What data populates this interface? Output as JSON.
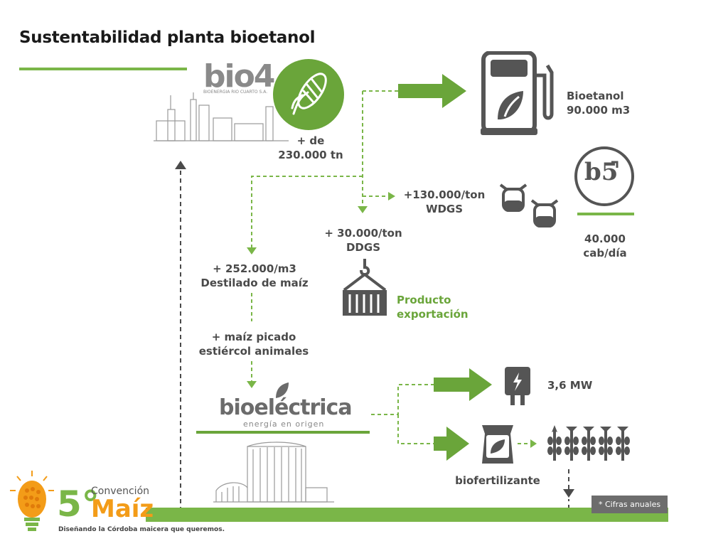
{
  "title": "Sustentabilidad planta bioetanol",
  "colors": {
    "green": "#7ab648",
    "dark_green": "#5e9a2f",
    "gray": "#5a5a5a",
    "orange": "#f39c18"
  },
  "logos": {
    "bio4": "bio4",
    "bio4_sub": "BIOENERGIA RIO CUARTO S.A.",
    "bioelectrica": "bioeléctrica",
    "bioelectrica_sub": "energía en origen"
  },
  "flows": {
    "input_corn_line1": "+ de",
    "input_corn_line2": "230.000 tn",
    "bioetanol_line1": "Bioetanol",
    "bioetanol_line2": "90.000 m3",
    "wdgs_line1": "+130.000/ton",
    "wdgs_line2": "WDGS",
    "cattle_line1": "40.000",
    "cattle_line2": "cab/día",
    "b5": "b5",
    "ddgs_line1": "+ 30.000/ton",
    "ddgs_line2": "DDGS",
    "export_line1": "Producto",
    "export_line2": "exportación",
    "destilado_line1": "+ 252.000/m3",
    "destilado_line2": "Destilado de maíz",
    "picado_line1": "+ maíz picado",
    "picado_line2": "estiércol animales",
    "power": "3,6 MW",
    "biofertilizante": "biofertilizante",
    "footnote": "* Cifras anuales"
  },
  "convencion": {
    "number": "5°",
    "word": "Convención",
    "brand": "Maíz",
    "tagline": "Diseñando la Córdoba maicera que queremos."
  },
  "icons": [
    "corn-icon",
    "fuel-pump-icon",
    "cow-icon",
    "b5-icon",
    "container-crane-icon",
    "plug-icon",
    "fertilizer-bag-icon",
    "crop-field-icon",
    "bulb-corn-icon"
  ]
}
